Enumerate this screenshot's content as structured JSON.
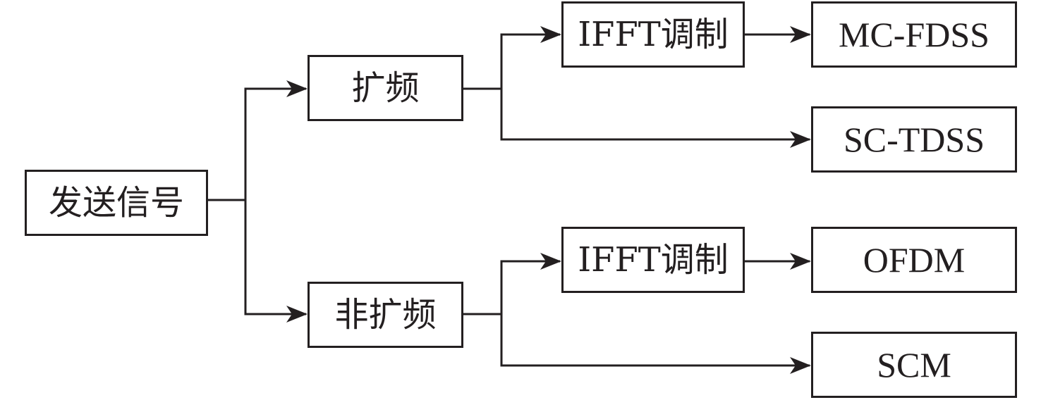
{
  "diagram": {
    "colors": {
      "stroke": "#231f20",
      "background": "#ffffff"
    },
    "nodes": {
      "source": "发送信号",
      "spread": "扩频",
      "nonspread": "非扩频",
      "ifft_top": "IFFT调制",
      "ifft_bottom": "IFFT调制",
      "mc_fdss": "MC-FDSS",
      "sc_tdss": "SC-TDSS",
      "ofdm": "OFDM",
      "scm": "SCM"
    },
    "edges": [
      {
        "from": "source",
        "to": "spread"
      },
      {
        "from": "source",
        "to": "nonspread"
      },
      {
        "from": "spread",
        "to": "ifft_top"
      },
      {
        "from": "spread",
        "to": "sc_tdss"
      },
      {
        "from": "ifft_top",
        "to": "mc_fdss"
      },
      {
        "from": "nonspread",
        "to": "ifft_bottom"
      },
      {
        "from": "nonspread",
        "to": "scm"
      },
      {
        "from": "ifft_bottom",
        "to": "ofdm"
      }
    ]
  }
}
